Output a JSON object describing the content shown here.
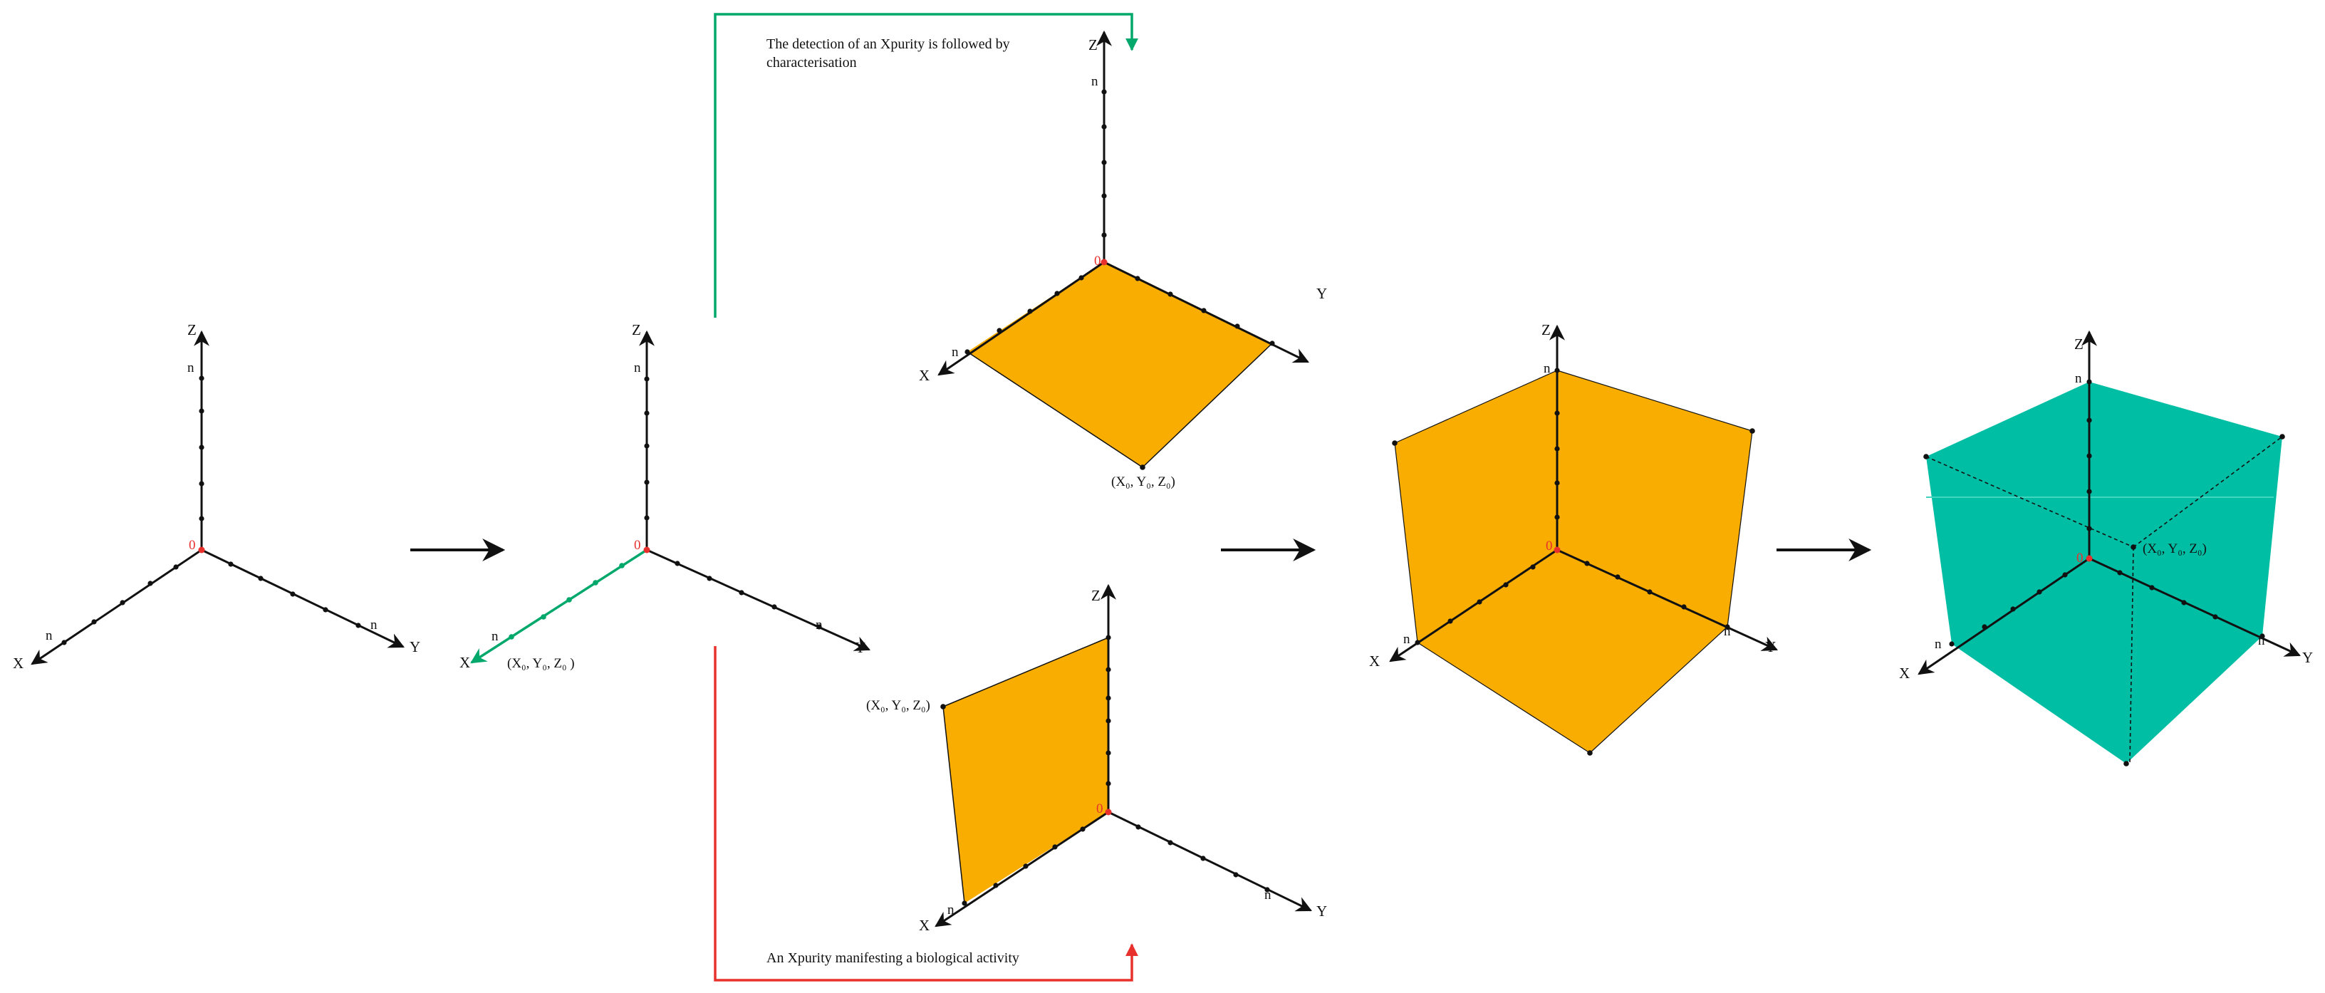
{
  "colors": {
    "axis": "#111111",
    "dot": "#111111",
    "origin": "#e8302c",
    "face_orange": "#f9ad00",
    "face_teal": "#00bea4",
    "arrow_green": "#00a86b",
    "arrow_red": "#e8302c"
  },
  "labels": {
    "axis_x": "X",
    "axis_y": "Y",
    "axis_z": "Z",
    "n": "n",
    "zero": "0"
  },
  "coords": {
    "green_vector": "(X₀, Y₀, Z₀ )",
    "top_plane": "(X₀, Y₀, Z₀)",
    "bottom_plane": "(X₀, Y₀, Z₀)",
    "teal_cube": "(X₀, Y₀, Z₀)"
  },
  "captions": {
    "top_line1": "The detection of an Xpurity is followed by",
    "top_line2": "characterisation",
    "bottom": "An Xpurity manifesting a biological activity"
  }
}
